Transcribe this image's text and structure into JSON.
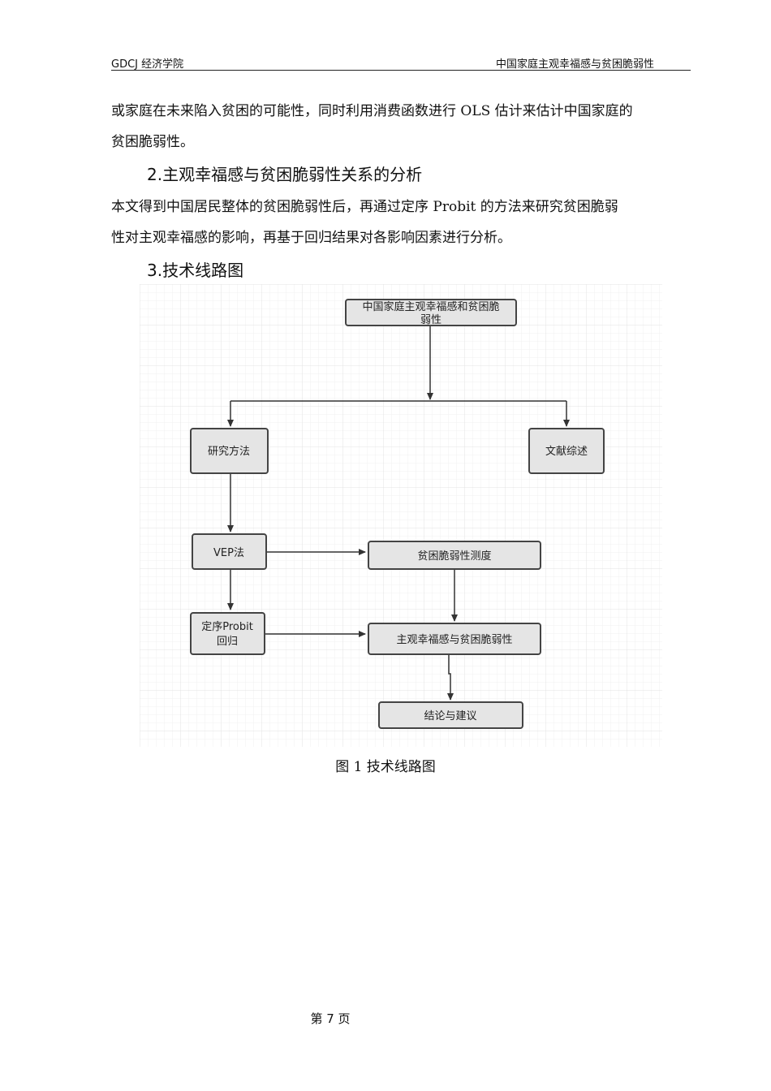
{
  "header": {
    "left": "GDCJ 经济学院",
    "right": "中国家庭主观幸福感与贫困脆弱性"
  },
  "intro": {
    "line1": "或家庭在未来陷入贫困的可能性，同时利用消费函数进行 OLS 估计来估计中国家庭的",
    "line2": "贫困脆弱性。"
  },
  "section2": {
    "heading": "2.主观幸福感与贫困脆弱性关系的分析",
    "line1": " 本文得到中国居民整体的贫困脆弱性后，再通过定序 Probit 的方法来研究贫困脆弱",
    "line2": "性对主观幸福感的影响，再基于回归结果对各影响因素进行分析。"
  },
  "section3": {
    "heading": "3.技术线路图"
  },
  "diagram": {
    "root_line1": "中国家庭主观幸福感和贫困脆",
    "root_line2": "弱性",
    "method": "研究方法",
    "literature": "文献综述",
    "vep": "VEP法",
    "measure": "贫困脆弱性测度",
    "probit_line1": "定序Probit",
    "probit_line2": "回归",
    "relation": "主观幸福感与贫困脆弱性",
    "conclusion": "结论与建议"
  },
  "caption": "图 1  技术线路图",
  "page_number": "第 7 页"
}
